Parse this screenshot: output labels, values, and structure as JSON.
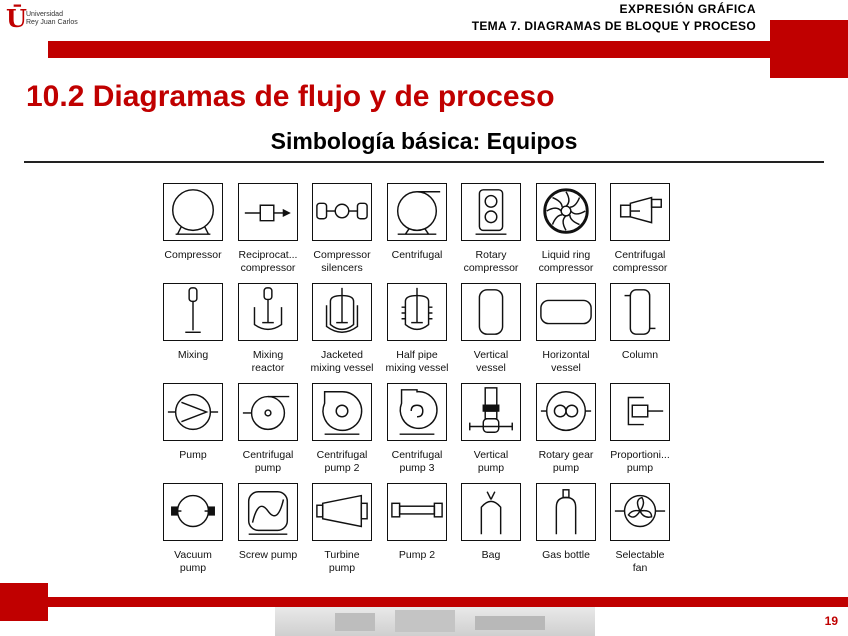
{
  "header": {
    "logo_mark": "Ū",
    "logo_line1": "Universidad",
    "logo_line2": "Rey Juan Carlos",
    "course": "EXPRESIÓN GRÁFICA",
    "topic": "TEMA 7. DIAGRAMAS DE BLOQUE Y PROCESO"
  },
  "title": "10.2 Diagramas de flujo y de proceso",
  "subtitle": "Simbología básica: Equipos",
  "symbols": [
    {
      "l1": "Compressor",
      "l2": "",
      "icon": "compressor-icon"
    },
    {
      "l1": "Reciprocat...",
      "l2": "compressor",
      "icon": "reciprocating-compressor-icon"
    },
    {
      "l1": "Compressor",
      "l2": "silencers",
      "icon": "compressor-silencers-icon"
    },
    {
      "l1": "Centrifugal",
      "l2": "",
      "icon": "centrifugal-icon"
    },
    {
      "l1": "Rotary",
      "l2": "compressor",
      "icon": "rotary-compressor-icon"
    },
    {
      "l1": "Liquid ring",
      "l2": "compressor",
      "icon": "liquid-ring-compressor-icon"
    },
    {
      "l1": "Centrifugal",
      "l2": "compressor",
      "icon": "centrifugal-compressor-icon"
    },
    {
      "l1": "Mixing",
      "l2": "",
      "icon": "mixing-icon"
    },
    {
      "l1": "Mixing",
      "l2": "reactor",
      "icon": "mixing-reactor-icon"
    },
    {
      "l1": "Jacketed",
      "l2": "mixing vessel",
      "icon": "jacketed-mixing-vessel-icon"
    },
    {
      "l1": "Half pipe",
      "l2": "mixing vessel",
      "icon": "half-pipe-mixing-vessel-icon"
    },
    {
      "l1": "Vertical",
      "l2": "vessel",
      "icon": "vertical-vessel-icon"
    },
    {
      "l1": "Horizontal",
      "l2": "vessel",
      "icon": "horizontal-vessel-icon"
    },
    {
      "l1": "Column",
      "l2": "",
      "icon": "column-icon"
    },
    {
      "l1": "Pump",
      "l2": "",
      "icon": "pump-icon"
    },
    {
      "l1": "Centrifugal",
      "l2": "pump",
      "icon": "centrifugal-pump-icon"
    },
    {
      "l1": "Centrifugal",
      "l2": "pump 2",
      "icon": "centrifugal-pump-2-icon"
    },
    {
      "l1": "Centrifugal",
      "l2": "pump 3",
      "icon": "centrifugal-pump-3-icon"
    },
    {
      "l1": "Vertical",
      "l2": "pump",
      "icon": "vertical-pump-icon"
    },
    {
      "l1": "Rotary gear",
      "l2": "pump",
      "icon": "rotary-gear-pump-icon"
    },
    {
      "l1": "Proportioni...",
      "l2": "pump",
      "icon": "proportioning-pump-icon"
    },
    {
      "l1": "Vacuum",
      "l2": "pump",
      "icon": "vacuum-pump-icon"
    },
    {
      "l1": "Screw pump",
      "l2": "",
      "icon": "screw-pump-icon"
    },
    {
      "l1": "Turbine",
      "l2": "pump",
      "icon": "turbine-pump-icon"
    },
    {
      "l1": "Pump 2",
      "l2": "",
      "icon": "pump-2-icon"
    },
    {
      "l1": "Bag",
      "l2": "",
      "icon": "bag-icon"
    },
    {
      "l1": "Gas bottle",
      "l2": "",
      "icon": "gas-bottle-icon"
    },
    {
      "l1": "Selectable",
      "l2": "fan",
      "icon": "selectable-fan-icon"
    }
  ],
  "page_number": "19",
  "colors": {
    "accent": "#c00000"
  }
}
